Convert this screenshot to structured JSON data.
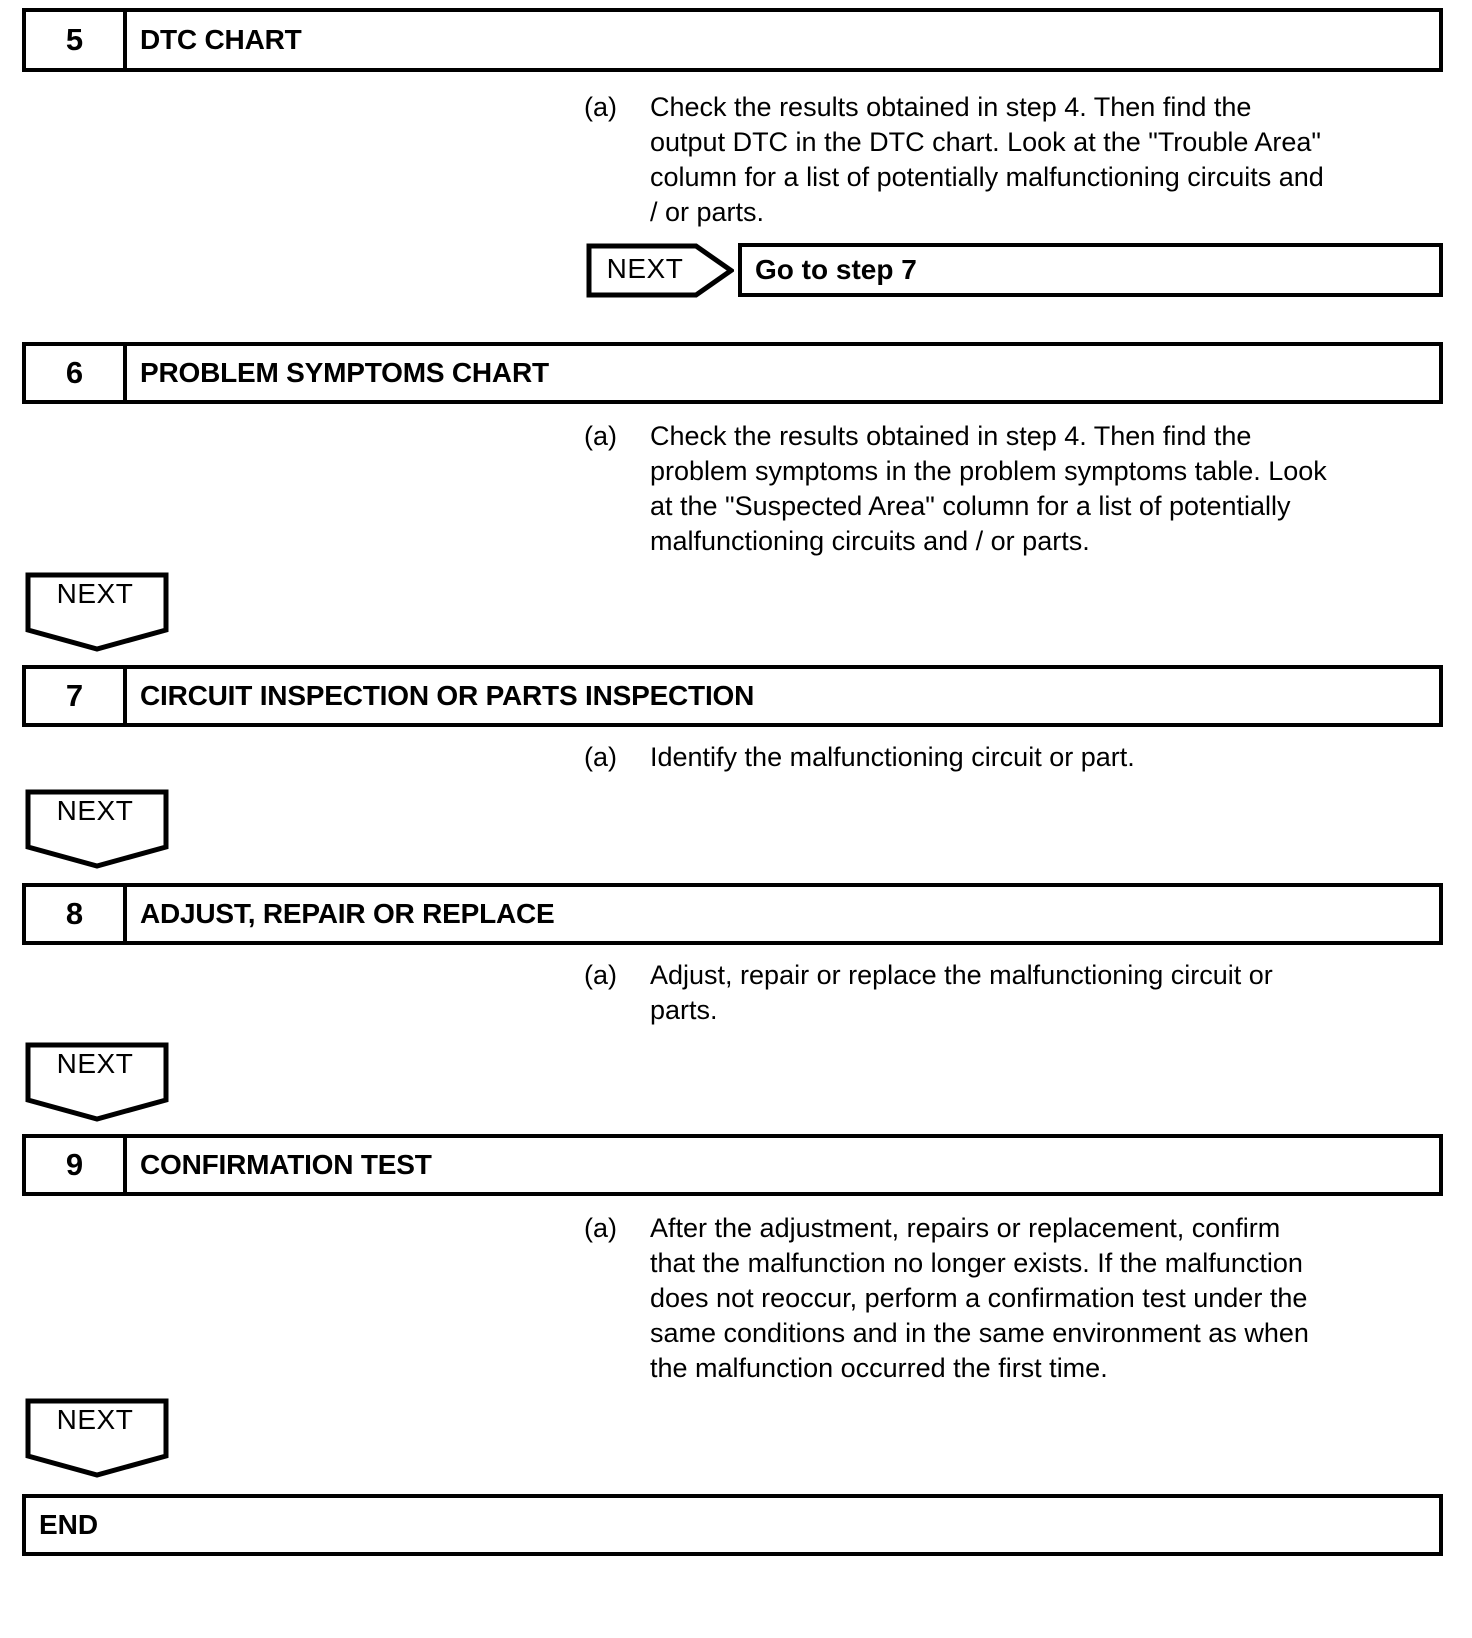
{
  "document": {
    "type": "diagnostic-flowchart",
    "ink_color": "#000000",
    "background_color": "#ffffff"
  },
  "steps": [
    {
      "number": "5",
      "title": "DTC CHART",
      "items": [
        {
          "marker": "(a)",
          "text": "Check the results obtained in step 4. Then find the\noutput DTC in the DTC chart. Look at the \"Trouble Area\"\ncolumn for a list of potentially malfunctioning circuits and\n/ or parts."
        }
      ],
      "branch": {
        "next_label": "NEXT",
        "target_label": "Go to step 7"
      }
    },
    {
      "number": "6",
      "title": "PROBLEM SYMPTOMS CHART",
      "items": [
        {
          "marker": "(a)",
          "text": "Check the results obtained in step 4. Then find the\nproblem symptoms in the problem symptoms table. Look\nat the \"Suspected Area\" column for a list of potentially\nmalfunctioning circuits and / or parts."
        }
      ],
      "next_label": "NEXT"
    },
    {
      "number": "7",
      "title": "CIRCUIT INSPECTION OR PARTS INSPECTION",
      "items": [
        {
          "marker": "(a)",
          "text": "Identify the malfunctioning circuit or part."
        }
      ],
      "next_label": "NEXT"
    },
    {
      "number": "8",
      "title": "ADJUST, REPAIR OR REPLACE",
      "items": [
        {
          "marker": "(a)",
          "text": "Adjust, repair or replace the malfunctioning circuit or\nparts."
        }
      ],
      "next_label": "NEXT"
    },
    {
      "number": "9",
      "title": "CONFIRMATION TEST",
      "items": [
        {
          "marker": "(a)",
          "text": "After the adjustment, repairs or replacement, confirm\nthat the malfunction no longer exists. If the malfunction\ndoes not reoccur, perform a confirmation test under the\nsame conditions and in the same environment as when\nthe malfunction occurred the first time."
        }
      ],
      "next_label": "NEXT"
    }
  ],
  "end": {
    "label": "END"
  }
}
